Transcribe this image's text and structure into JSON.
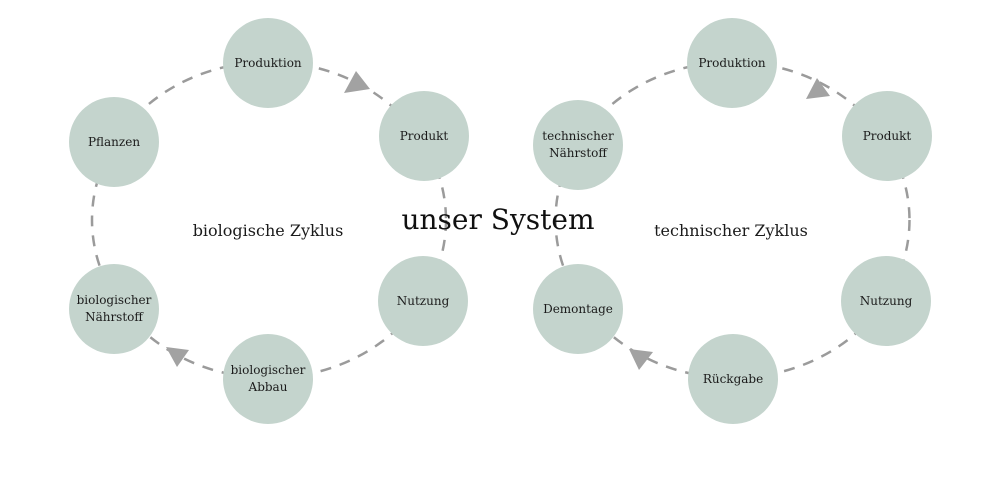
{
  "title": "unser System",
  "cycles": [
    {
      "label": "biologische Zyklus",
      "nodes": [
        "Produktion",
        "Produkt",
        "Nutzung",
        "biologischer Abbau",
        "biologischer Nährstoff",
        "Pflanzen"
      ]
    },
    {
      "label": "technischer Zyklus",
      "nodes": [
        "Produktion",
        "Produkt",
        "Nutzung",
        "Rückgabe",
        "Demontage",
        "technischer Nährstoff"
      ]
    }
  ],
  "colors": {
    "node_fill": "#c4d4cd",
    "connector": "#9b9b9b",
    "arrow": "#a2a2a2",
    "text": "#1b1b1b"
  }
}
